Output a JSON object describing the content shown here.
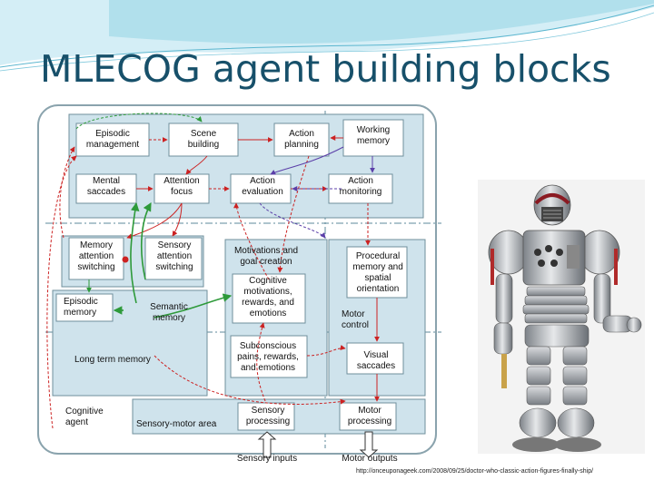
{
  "slide": {
    "title": "MLECOG agent building blocks",
    "credit": "http://onceuponageek.com/2008/09/25/doctor-who-classic-action-figures-finally-ship/"
  },
  "diagram": {
    "blocks": {
      "episodic_management": "Episodic management",
      "scene_building": "Scene building",
      "action_planning": "Action planning",
      "working_memory": "Working memory",
      "mental_saccades": "Mental saccades",
      "attention_focus": "Attention focus",
      "action_evaluation": "Action evaluation",
      "action_monitoring": "Action monitoring",
      "memory_attention_switching": "Memory attention switching",
      "sensory_attention_switching": "Sensory attention switching",
      "motivations_goal_creation": "Motivations and goal creation",
      "cognitive_motivations": "Cognitive motivations, rewards, and emotions",
      "procedural_memory": "Procedural memory and spatial orientation",
      "episodic_memory": "Episodic memory",
      "semantic_memory": "Semantic memory",
      "motor_control": "Motor control",
      "long_term_memory": "Long term memory",
      "subconscious": "Subconscious pains, rewards, and emotions",
      "visual_saccades": "Visual saccades",
      "cognitive_agent": "Cognitive agent",
      "sensory_motor_area": "Sensory-motor area",
      "sensory_processing": "Sensory processing",
      "motor_processing": "Motor processing"
    },
    "io": {
      "sensory_inputs": "Sensory inputs",
      "motor_outputs": "Motor outputs"
    }
  },
  "colors": {
    "title": "#17506a",
    "panel_fill": "#cfe3ec",
    "panel_stroke": "#6f8f9b",
    "arrow_red": "#cc2222",
    "arrow_green": "#2e9a3a",
    "arrow_purple": "#5b3fa8",
    "banner_teal": "#9fd8e8"
  },
  "image": {
    "robot": "robot-action-figure"
  }
}
